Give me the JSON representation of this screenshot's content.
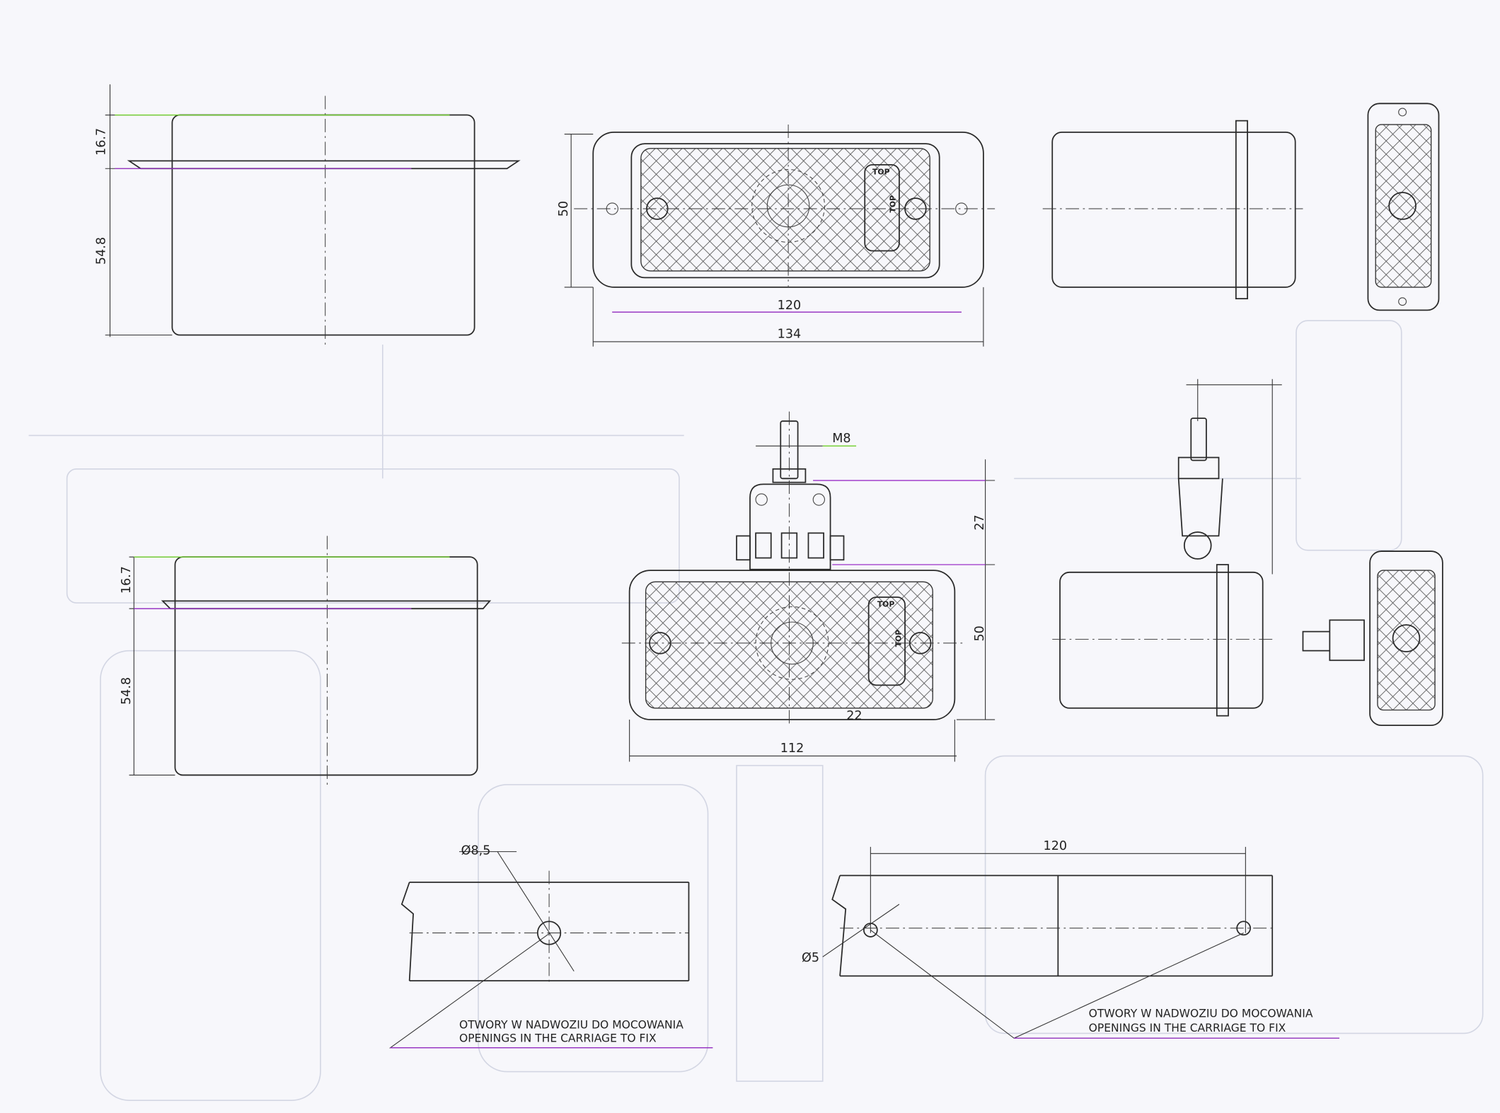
{
  "drawing": {
    "top_side_view": {
      "dim_flange": "16.7",
      "dim_body": "54.8"
    },
    "front_view": {
      "dim_height": "50",
      "dim_hole_spacing": "120",
      "dim_overall_width": "134",
      "lens_marking_top": "TOP",
      "lens_marking_side": "TOP"
    },
    "bracket_front_view": {
      "dim_thread": "M8",
      "dim_bracket_height": "27",
      "dim_height": "50",
      "dim_offset": "22",
      "dim_width": "112",
      "lens_marking_top": "TOP",
      "lens_marking_side": "TOP"
    },
    "bottom_side_view": {
      "dim_flange": "16.7",
      "dim_body": "54.8"
    },
    "hole_detail_single": {
      "dim_diameter": "Ø8,5",
      "caption_pl": "OTWORY W NADWOZIU DO MOCOWANIA",
      "caption_en": "OPENINGS IN THE CARRIAGE TO FIX"
    },
    "hole_detail_double": {
      "dim_spacing": "120",
      "dim_diameter": "Ø5",
      "caption_pl": "OTWORY W NADWOZIU DO MOCOWANIA",
      "caption_en": "OPENINGS IN THE CARRIAGE TO FIX"
    }
  }
}
